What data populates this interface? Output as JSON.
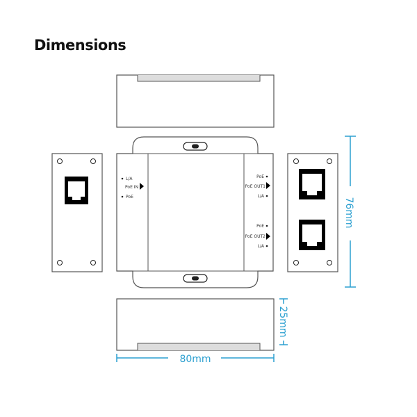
{
  "title": "Dimensions",
  "colors": {
    "dimension": "#2a9fd0",
    "outline": "#555555",
    "ink": "#000000"
  },
  "ports": {
    "in_led_la": "L/A",
    "in_label": "PoE IN",
    "in_led_poe": "PoE",
    "out1_led_poe": "PoE",
    "out1_label": "PoE OUT1",
    "out1_led_la": "L/A",
    "out2_led_poe": "PoE",
    "out2_label": "PoE OUT2",
    "out2_led_la": "L/A"
  },
  "dimensions": {
    "height": "76mm",
    "depth": "25mm",
    "width": "80mm"
  }
}
